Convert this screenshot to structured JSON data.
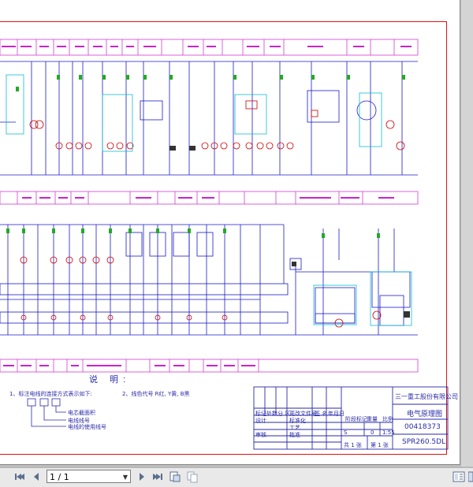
{
  "viewer": {
    "page_indicator": "1 / 1",
    "icons": [
      "first-page-icon",
      "prev-page-icon",
      "next-page-icon",
      "last-page-icon",
      "fit-page-icon",
      "two-page-icon",
      "sidebar-toggle-icon",
      "panel-icon"
    ]
  },
  "drawing": {
    "colors": {
      "border": "#d11111",
      "wire": "#1a1acc",
      "label": "#cc22cc",
      "component": "#cc0000",
      "green": "#22aa22",
      "cyan": "#11bbcc"
    },
    "notes": {
      "title": "说 明:",
      "item1": "1、标注电线的连接方式表示如下:",
      "item2": "2、线色代号 R红, Y黄, B黑",
      "legend": [
        "电芯截面积",
        "电线线号",
        "电线的使用线号"
      ]
    },
    "title_block": {
      "company": "三一重工股份有限公司",
      "drawing_name": "电气原理图",
      "drawing_number": "00418373",
      "model": "SPR260.5DL",
      "stage_label": "阶段标记",
      "weight_label": "重量",
      "scale_label": "比例",
      "stage": "S",
      "weight": "0",
      "scale": "1:55",
      "sheets_total": "共 1 张",
      "sheet_current": "第 1 张",
      "row_labels": [
        "标记",
        "处数",
        "分 区",
        "更改文件号",
        "签 名",
        "年月日"
      ],
      "sign_labels": [
        "设计",
        "标准化",
        "审核",
        "工艺",
        "批准"
      ]
    }
  }
}
